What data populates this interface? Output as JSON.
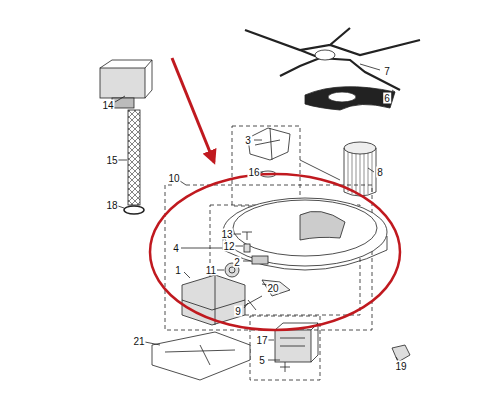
{
  "diagram": {
    "labels": [
      "14",
      "7",
      "6",
      "3",
      "15",
      "16",
      "8",
      "10",
      "18",
      "13",
      "12",
      "4",
      "2",
      "11",
      "1",
      "20",
      "9",
      "17",
      "21",
      "5",
      "19"
    ]
  }
}
